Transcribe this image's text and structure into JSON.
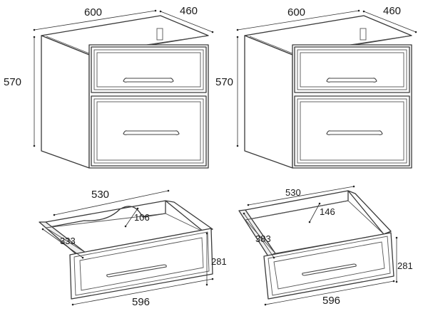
{
  "cabinets": [
    {
      "width_label": "600",
      "depth_label": "460",
      "height_label": "570"
    },
    {
      "width_label": "600",
      "depth_label": "460",
      "height_label": "570"
    }
  ],
  "drawers": [
    {
      "width_label": "530",
      "depth_label": "333",
      "cutout_label": "106",
      "front_width_label": "596",
      "front_height_label": "281"
    },
    {
      "width_label": "530",
      "depth_label": "383",
      "cutout_label": "146",
      "front_width_label": "596",
      "front_height_label": "281"
    }
  ]
}
